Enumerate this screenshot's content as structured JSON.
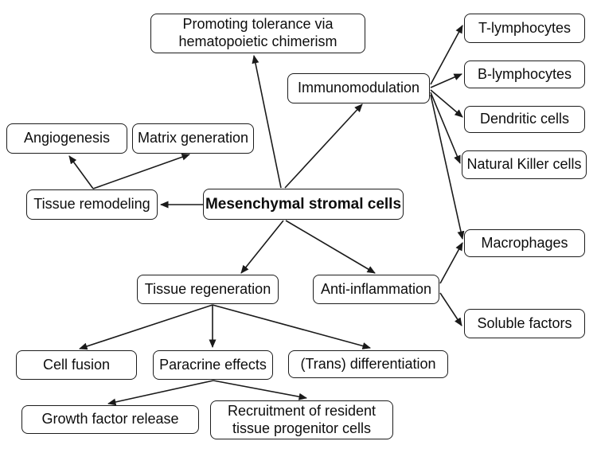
{
  "figure": {
    "background_color": "#ffffff",
    "line_color": "#1a1a1a",
    "box_border_color": "#1c1c1c",
    "box_fill_color": "#ffffff",
    "nodes": [
      {
        "id": "promoting-tolerance",
        "label": "Promoting tolerance via\nhematopoietic chimerism"
      },
      {
        "id": "t-lymphocytes",
        "label": "T-lymphocytes"
      },
      {
        "id": "b-lymphocytes",
        "label": "B-lymphocytes"
      },
      {
        "id": "immunomodulation",
        "label": "Immunomodulation"
      },
      {
        "id": "dendritic-cells",
        "label": "Dendritic cells"
      },
      {
        "id": "natural-killer-cells",
        "label": "Natural Killer cells"
      },
      {
        "id": "angiogenesis",
        "label": "Angiogenesis"
      },
      {
        "id": "matrix-generation",
        "label": "Matrix generation"
      },
      {
        "id": "tissue-remodeling",
        "label": "Tissue remodeling"
      },
      {
        "id": "mesenchymal-stromal-cells",
        "label": "Mesenchymal stromal cells"
      },
      {
        "id": "macrophages",
        "label": "Macrophages"
      },
      {
        "id": "tissue-regeneration",
        "label": "Tissue regeneration"
      },
      {
        "id": "anti-inflammation",
        "label": "Anti-inflammation"
      },
      {
        "id": "soluble-factors",
        "label": "Soluble factors"
      },
      {
        "id": "cell-fusion",
        "label": "Cell fusion"
      },
      {
        "id": "paracrine-effects",
        "label": "Paracrine effects"
      },
      {
        "id": "trans-differentiation",
        "label": "(Trans) differentiation"
      },
      {
        "id": "growth-factor-release",
        "label": "Growth factor release"
      },
      {
        "id": "recruitment-resident",
        "label": "Recruitment of resident\ntissue progenitor cells"
      }
    ],
    "edges": [
      {
        "from": "mesenchymal-stromal-cells",
        "to": "promoting-tolerance"
      },
      {
        "from": "mesenchymal-stromal-cells",
        "to": "immunomodulation"
      },
      {
        "from": "mesenchymal-stromal-cells",
        "to": "tissue-remodeling"
      },
      {
        "from": "mesenchymal-stromal-cells",
        "to": "tissue-regeneration"
      },
      {
        "from": "mesenchymal-stromal-cells",
        "to": "anti-inflammation"
      },
      {
        "from": "tissue-remodeling",
        "to": "angiogenesis"
      },
      {
        "from": "tissue-remodeling",
        "to": "matrix-generation"
      },
      {
        "from": "immunomodulation",
        "to": "t-lymphocytes"
      },
      {
        "from": "immunomodulation",
        "to": "b-lymphocytes"
      },
      {
        "from": "immunomodulation",
        "to": "dendritic-cells"
      },
      {
        "from": "immunomodulation",
        "to": "natural-killer-cells"
      },
      {
        "from": "immunomodulation",
        "to": "macrophages"
      },
      {
        "from": "anti-inflammation",
        "to": "macrophages"
      },
      {
        "from": "anti-inflammation",
        "to": "soluble-factors"
      },
      {
        "from": "tissue-regeneration",
        "to": "cell-fusion"
      },
      {
        "from": "tissue-regeneration",
        "to": "paracrine-effects"
      },
      {
        "from": "tissue-regeneration",
        "to": "trans-differentiation"
      },
      {
        "from": "paracrine-effects",
        "to": "growth-factor-release"
      },
      {
        "from": "paracrine-effects",
        "to": "recruitment-resident"
      }
    ]
  }
}
